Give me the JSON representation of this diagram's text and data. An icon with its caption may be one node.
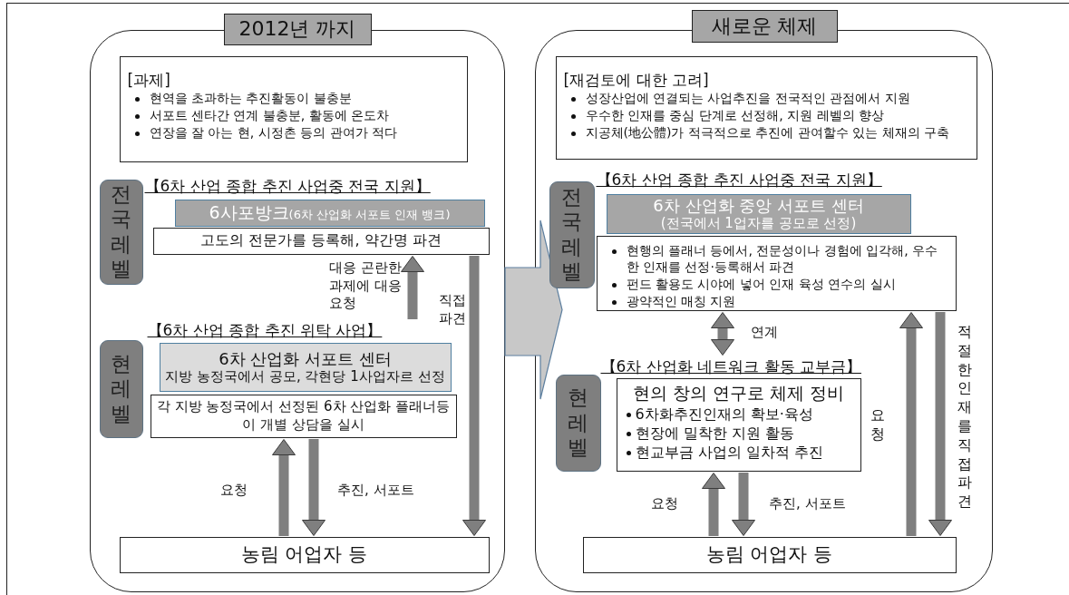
{
  "diagram": {
    "nodes": [
      {
        "text": [
          "2012년 까지"
        ]
      },
      {
        "text": [
          "[과제]",
          "현역을 초과하는 추진활동이 불충분",
          "서포트 센타간 연계 불충분, 활동에 온도차",
          "연장을 잘 아는 현, 시정촌 등의 관여가 적다"
        ],
        "in": 0
      },
      {
        "text": [
          "전국레벨"
        ],
        "in": 0
      },
      {
        "text": [
          "【6차 산업 종합 추진 사업중 전국 지원】",
          "6사포방크",
          "(6차 산업화 서포트 인재 뱅크)"
        ],
        "in": 0
      },
      {
        "text": [
          "고도의 전문가를 등록해, 약간명 파견"
        ],
        "in": 0
      },
      {
        "text": [
          "현레벨"
        ],
        "in": 0
      },
      {
        "text": [
          "【6차 산업 종합 추진 위탁 사업】",
          "6차 산업화 서포트 센터",
          "지방 농정국에서 공모, 각현당 1사업자르 선정"
        ],
        "in": 0
      },
      {
        "text": [
          "각 지방 농정국에서 선정된 6차 산업화 플래너등이 개별 상담을 실시"
        ],
        "in": 0
      },
      {
        "text": [
          "농림 어업자 등"
        ],
        "in": 0
      },
      {
        "text": [
          "새로운 체제"
        ]
      },
      {
        "text": [
          "[재검토에 대한 고려]",
          "성장산업에 연결되는 사업추진을 전국적인 관점에서 지원",
          "우수한 인재를 중심 단계로 선정해, 지원 레벨의 향상",
          "지공체(地公體)가 적극적으로 추진에 관여할수 있는 체재의 구축"
        ],
        "in": 9
      },
      {
        "text": [
          "전국레벨"
        ],
        "in": 9
      },
      {
        "text": [
          "【6차 산업 종합 추진 사업중 전국 지원】",
          "6차 산업화 중앙 서포트 센터",
          "(전국에서 1업자를 공모로 선정)"
        ],
        "in": 9
      },
      {
        "text": [
          "현행의 플래너 등에서, 전문성이나 경험에 입각해, 우수한 인재를 선정·등록해서 파견",
          "펀드 활용도 시야에 넣어 인재 육성 연수의 실시",
          "광약적인 매칭 지원"
        ],
        "in": 9
      },
      {
        "text": [
          "현레벨"
        ],
        "in": 9
      },
      {
        "text": [
          "【6차 산업화 네트워크 활동 교부금】",
          "현의 창의 연구로 체제 정비",
          "6차화추진인재의 확보·육성",
          "현장에 밀착한 지원 활동",
          "현교부금 사업의 일차적 추진"
        ],
        "in": 9
      },
      {
        "text": [
          "농림 어업자 등"
        ],
        "in": 9
      }
    ],
    "edges": [
      {
        "from": 0,
        "to": 9,
        "arrow": "to"
      },
      {
        "from": 6,
        "to": 4,
        "arrow": "to",
        "label": "대응 곤란한 과제에 대응 요청"
      },
      {
        "from": 4,
        "to": 8,
        "arrow": "to",
        "label": "직접 파견"
      },
      {
        "from": 8,
        "to": 7,
        "arrow": "to",
        "label": "요청"
      },
      {
        "from": 7,
        "to": 8,
        "arrow": "to",
        "label": "추진, 서포트"
      },
      {
        "from": 13,
        "to": 15,
        "arrow": "both",
        "label": "연계"
      },
      {
        "from": 16,
        "to": 13,
        "arrow": "to",
        "label": "요청"
      },
      {
        "from": 13,
        "to": 16,
        "arrow": "to",
        "label": "적절한인재를직접파견"
      },
      {
        "from": 16,
        "to": 15,
        "arrow": "to",
        "label": "요청"
      },
      {
        "from": 15,
        "to": 16,
        "arrow": "to",
        "label": "추진, 서포트"
      }
    ]
  }
}
